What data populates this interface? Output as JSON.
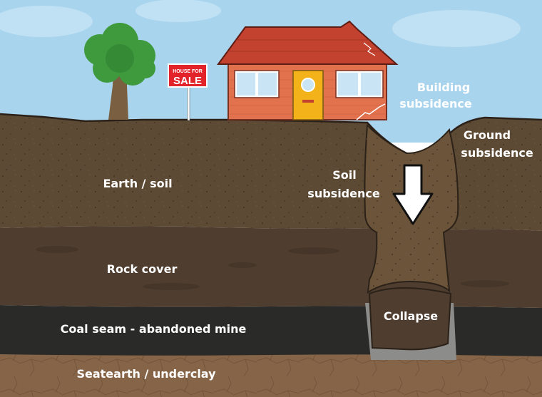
{
  "sign": {
    "line1": "HOUSE FOR",
    "line2": "SALE"
  },
  "labels": {
    "building_subsidence": [
      "Building",
      "subsidence"
    ],
    "ground_subsidence": [
      "Ground",
      "subsidence"
    ],
    "soil_subsidence": [
      "Soil",
      "subsidence"
    ],
    "earth_soil": "Earth / soil",
    "rock_cover": "Rock cover",
    "coal_seam": "Coal seam - abandoned mine",
    "collapse": "Collapse",
    "seatearth": "Seatearth / underclay"
  },
  "colors": {
    "sky": "#a9d4ee",
    "soil": "#5d4a34",
    "rock": "#4f3e30",
    "coal": "#2a2a28",
    "underclay": "#866448",
    "brick": "#e2714e",
    "roof": "#c3412f",
    "door": "#f4b21a",
    "leaf": "#3e9a3d",
    "sign_red": "#e2232a"
  }
}
